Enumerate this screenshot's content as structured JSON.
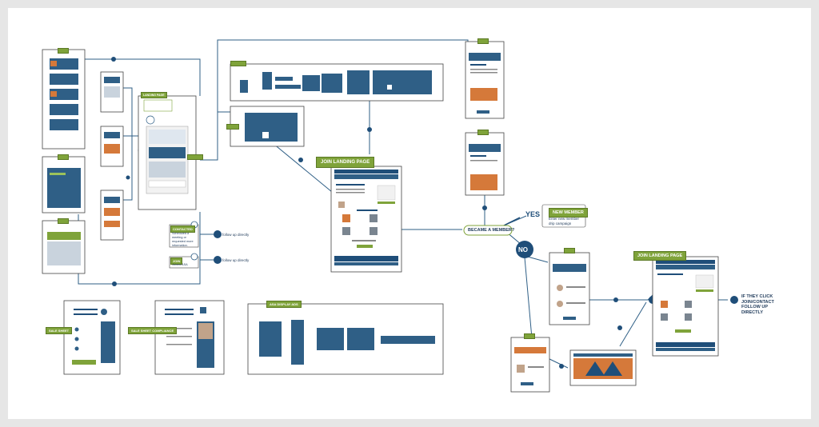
{
  "labels": {
    "join_landing_page": "JOIN LANDING PAGE",
    "join_landing_page_2": "JOIN LANDING PAGE",
    "became_member": "BECAME A MEMBER?",
    "yes": "YES",
    "no": "NO",
    "new_member": "NEW MEMBER",
    "new_member_desc_1": "Enter new member",
    "new_member_desc_2": "drip campaign",
    "contacted": "CONTACTED",
    "contacted_desc_1": "Scheduled a",
    "contacted_desc_2": "meeting or",
    "contacted_desc_3": "requested more",
    "contacted_desc_4": "information.",
    "join": "JOIN",
    "join_desc": "Joined ASA",
    "follow_up_1": "follow up directly",
    "follow_up_2": "follow up directly",
    "if_click_1": "IF THEY CLICK",
    "if_click_2": "JOIN/CONTACT",
    "if_click_3": "FOLLOW UP",
    "if_click_4": "DIRECTLY",
    "sales_sheet": "SALE SHEET",
    "sales_sheet_compliance": "SALE SHEET COMPLIANCE",
    "asa_display_ads": "ASA DISPLAY ADS",
    "landing_page": "LANDING PAGE"
  },
  "colors": {
    "accent_green": "#7fa33a",
    "navy": "#1f4e79",
    "teal": "#2f5f86",
    "orange": "#d5793a",
    "line": "#2f5f86"
  }
}
